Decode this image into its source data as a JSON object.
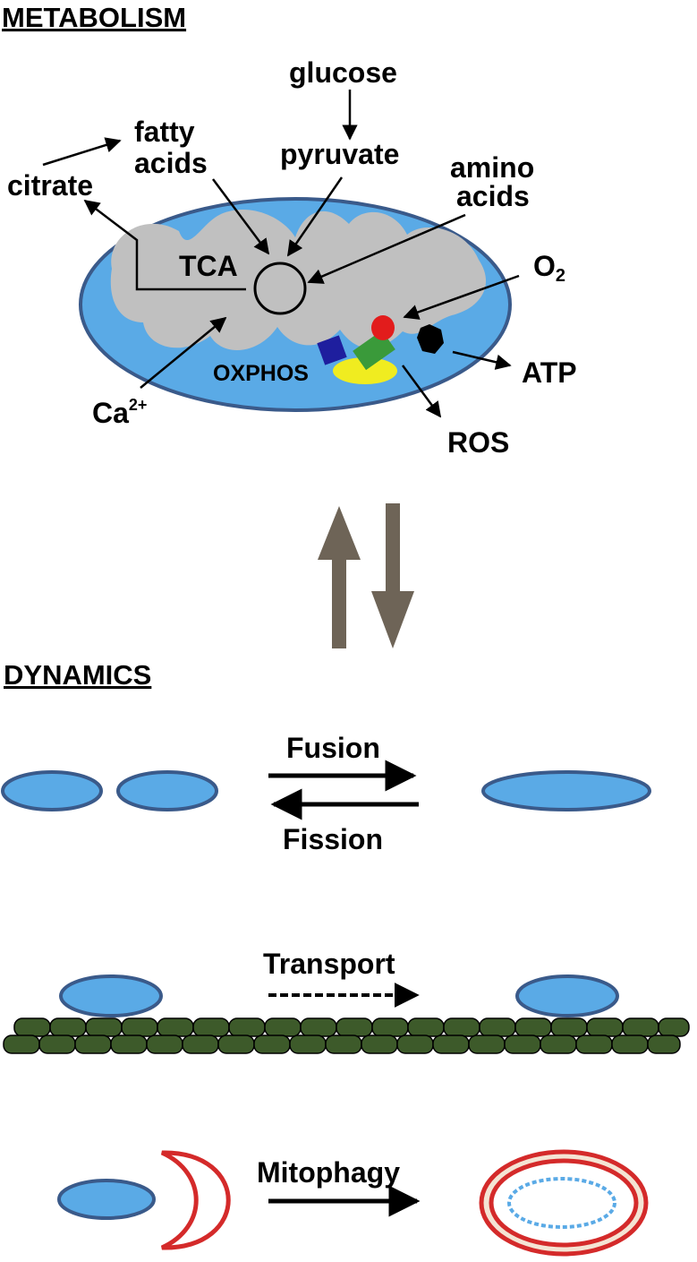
{
  "headings": {
    "metabolism": "METABOLISM",
    "dynamics": "DYNAMICS"
  },
  "metabolism": {
    "glucose": "glucose",
    "pyruvate": "pyruvate",
    "fatty_acids_line1": "fatty",
    "fatty_acids_line2": "acids",
    "citrate": "citrate",
    "amino_acids_line1": "amino",
    "amino_acids_line2": "acids",
    "tca": "TCA",
    "oxygen": "O",
    "oxygen_subscript": "2",
    "calcium": "Ca",
    "calcium_superscript": "2+",
    "oxphos": "OXPHOS",
    "atp": "ATP",
    "ros": "ROS"
  },
  "dynamics": {
    "fusion": "Fusion",
    "fission": "Fission",
    "transport": "Transport",
    "mitophagy": "Mitophagy"
  },
  "colors": {
    "mito_fill": "#5aaae6",
    "mito_stroke": "#3a5a8a",
    "matrix": "#c0c0c0",
    "cytoskeleton": "#3d5a2a",
    "autophagosome": "#d42a2a",
    "feedback_arrows": "#6e6457"
  }
}
